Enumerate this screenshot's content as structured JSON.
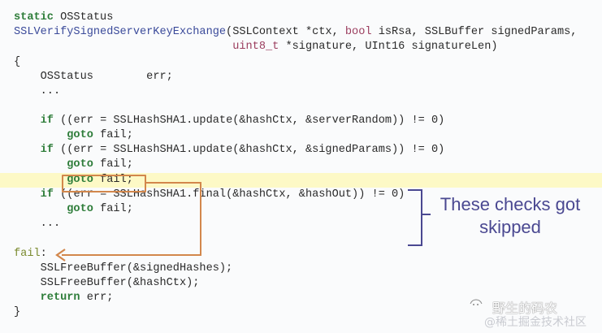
{
  "code": {
    "lines": [
      {
        "indent": "",
        "parts": [
          {
            "t": "static",
            "c": "kw"
          },
          {
            "t": " OSStatus",
            "c": ""
          }
        ]
      },
      {
        "indent": "",
        "parts": [
          {
            "t": "SSLVerifySignedServerKeyExchange",
            "c": "fn"
          },
          {
            "t": "(SSLContext *ctx, ",
            "c": ""
          },
          {
            "t": "bool",
            "c": "ty"
          },
          {
            "t": " isRsa, SSLBuffer signedParams,",
            "c": ""
          }
        ]
      },
      {
        "indent": "                                 ",
        "parts": [
          {
            "t": "uint8_t",
            "c": "ty"
          },
          {
            "t": " *signature, UInt16 signatureLen)",
            "c": ""
          }
        ]
      },
      {
        "indent": "",
        "parts": [
          {
            "t": "{",
            "c": ""
          }
        ]
      },
      {
        "indent": "    ",
        "parts": [
          {
            "t": "OSStatus        err;",
            "c": ""
          }
        ]
      },
      {
        "indent": "    ",
        "parts": [
          {
            "t": "...",
            "c": ""
          }
        ]
      },
      {
        "indent": "",
        "parts": []
      },
      {
        "indent": "    ",
        "parts": [
          {
            "t": "if",
            "c": "kw"
          },
          {
            "t": " ((err = SSLHashSHA1.update(&hashCtx, &serverRandom)) != 0)",
            "c": ""
          }
        ]
      },
      {
        "indent": "        ",
        "parts": [
          {
            "t": "goto",
            "c": "kw"
          },
          {
            "t": " fail;",
            "c": ""
          }
        ]
      },
      {
        "indent": "    ",
        "parts": [
          {
            "t": "if",
            "c": "kw"
          },
          {
            "t": " ((err = SSLHashSHA1.update(&hashCtx, &signedParams)) != 0)",
            "c": ""
          }
        ]
      },
      {
        "indent": "        ",
        "parts": [
          {
            "t": "goto",
            "c": "kw"
          },
          {
            "t": " fail;",
            "c": ""
          }
        ]
      },
      {
        "indent": "        ",
        "parts": [
          {
            "t": "goto",
            "c": "kw"
          },
          {
            "t": " fail;",
            "c": ""
          }
        ],
        "highlight": true
      },
      {
        "indent": "    ",
        "parts": [
          {
            "t": "if",
            "c": "kw"
          },
          {
            "t": " ((err = SSLHashSHA1.final(&hashCtx, &hashOut)) != 0)",
            "c": ""
          }
        ]
      },
      {
        "indent": "        ",
        "parts": [
          {
            "t": "goto",
            "c": "kw"
          },
          {
            "t": " fail;",
            "c": ""
          }
        ]
      },
      {
        "indent": "    ",
        "parts": [
          {
            "t": "...",
            "c": ""
          }
        ]
      },
      {
        "indent": "",
        "parts": []
      },
      {
        "indent": "",
        "parts": [
          {
            "t": "fail",
            "c": "lb"
          },
          {
            "t": ":",
            "c": ""
          }
        ]
      },
      {
        "indent": "    ",
        "parts": [
          {
            "t": "SSLFreeBuffer(&signedHashes);",
            "c": ""
          }
        ]
      },
      {
        "indent": "    ",
        "parts": [
          {
            "t": "SSLFreeBuffer(&hashCtx);",
            "c": ""
          }
        ]
      },
      {
        "indent": "    ",
        "parts": [
          {
            "t": "return",
            "c": "kw"
          },
          {
            "t": " err;",
            "c": ""
          }
        ]
      },
      {
        "indent": "",
        "parts": [
          {
            "t": "}",
            "c": ""
          }
        ]
      }
    ]
  },
  "annotation": {
    "text_line1": "These checks got",
    "text_line2": "skipped"
  },
  "watermark": {
    "line1": "野生的码农",
    "line2": "@稀土掘金技术社区"
  },
  "colors": {
    "highlight": "#fdf9c6",
    "arrow": "#d2874c",
    "bracket": "#4a4891",
    "keyword": "#2e7d3a",
    "function": "#3a4a9a",
    "type": "#9b3d5e"
  }
}
